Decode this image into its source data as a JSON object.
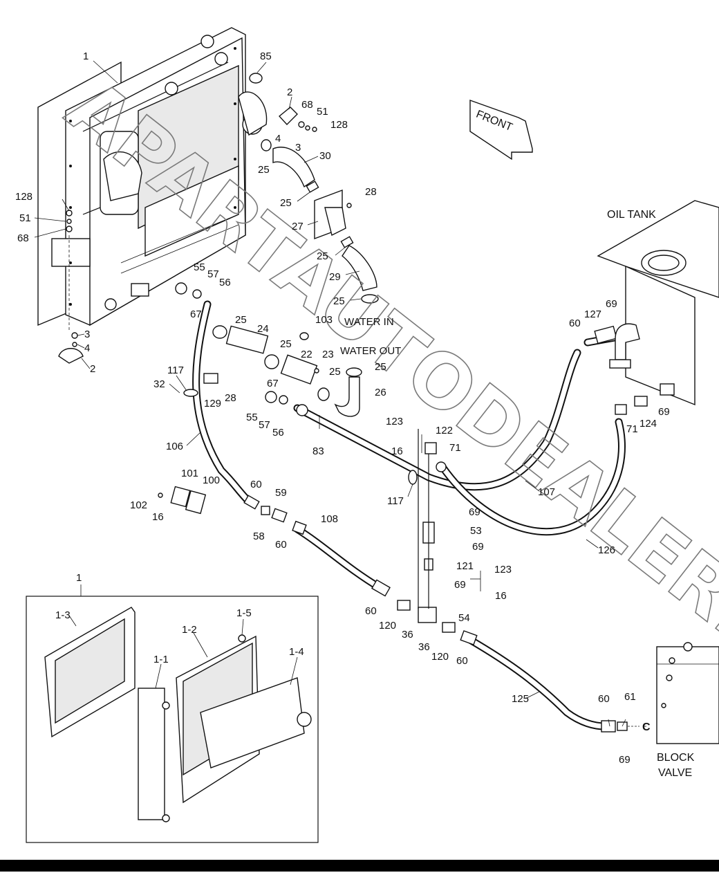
{
  "title_front": "FRONT",
  "oil_tank_label": "OIL TANK",
  "water_in_label": "WATER IN",
  "water_out_label": "WATER OUT",
  "block_valve_label_1": "BLOCK",
  "block_valve_label_2": "VALVE",
  "connector_c": "C",
  "watermark": "APARTAUTODEALER.RU",
  "callouts": {
    "c1": "1",
    "c85": "85",
    "c2a": "2",
    "c68a": "68",
    "c51a": "51",
    "c128a": "128",
    "c4a": "4",
    "c3a": "3",
    "c25a": "25",
    "c30": "30",
    "c28a": "28",
    "c25b": "25",
    "c27": "27",
    "c25c": "25",
    "c29": "29",
    "c25d": "25",
    "c128b": "128",
    "c51b": "51",
    "c68b": "68",
    "c55a": "55",
    "c57a": "57",
    "c56a": "56",
    "c67a": "67",
    "c25e": "25",
    "c24": "24",
    "c103": "103",
    "c25f": "25",
    "c22": "22",
    "c23": "23",
    "c25g": "25",
    "c25h": "25",
    "c26": "26",
    "c3b": "3",
    "c4b": "4",
    "c2b": "2",
    "c117a": "117",
    "c32": "32",
    "c129": "129",
    "c28b": "28",
    "c67b": "67",
    "c55b": "55",
    "c57b": "57",
    "c56b": "56",
    "c83": "83",
    "c123a": "123",
    "c122": "122",
    "c16a": "16",
    "c71a": "71",
    "c106": "106",
    "c101": "101",
    "c100": "100",
    "c102": "102",
    "c16b": "16",
    "c60a": "60",
    "c59": "59",
    "c58": "58",
    "c60b": "60",
    "c108": "108",
    "c117b": "117",
    "c107": "107",
    "c69a": "69",
    "c53": "53",
    "c69b": "69",
    "c121": "121",
    "c69c": "69",
    "c123b": "123",
    "c16c": "16",
    "c54": "54",
    "c60c": "60",
    "c120a": "120",
    "c36a": "36",
    "c36b": "36",
    "c120b": "120",
    "c60d": "60",
    "c126": "126",
    "c127": "127",
    "c69d": "69",
    "c60e": "60",
    "c71b": "71",
    "c124": "124",
    "c69e": "69",
    "c125": "125",
    "c60f": "60",
    "c61": "61",
    "c69f": "69",
    "c1b": "1",
    "c1_3": "1-3",
    "c1_5": "1-5",
    "c1_2": "1-2",
    "c1_1": "1-1",
    "c1_4": "1-4"
  }
}
